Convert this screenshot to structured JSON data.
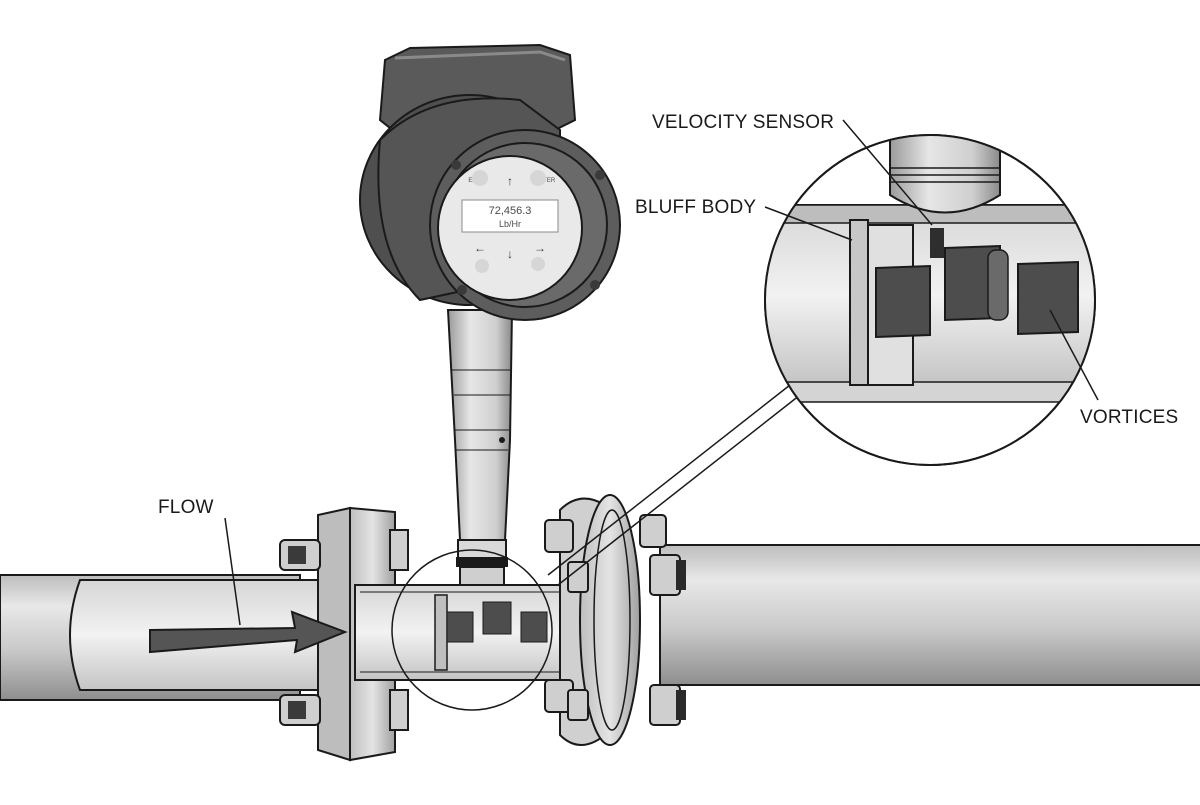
{
  "labels": {
    "velocity_sensor": "VELOCITY SENSOR",
    "bluff_body": "BLUFF BODY",
    "vortices": "VORTICES",
    "flow": "FLOW"
  },
  "display": {
    "reading": "72,456.3",
    "unit": "Lb/Hr",
    "left_key": "EXIT",
    "right_key": "ENTER"
  },
  "icons": [
    "flow-arrow-icon",
    "up-arrow-icon",
    "down-arrow-icon",
    "left-arrow-icon",
    "right-arrow-icon"
  ],
  "colors": {
    "ink": "#1a1a1a",
    "pipe_light": "#d9d9d9",
    "pipe_shade": "#a8a8a8",
    "housing": "#5a5a5a",
    "vortex": "#4d4d4d"
  }
}
